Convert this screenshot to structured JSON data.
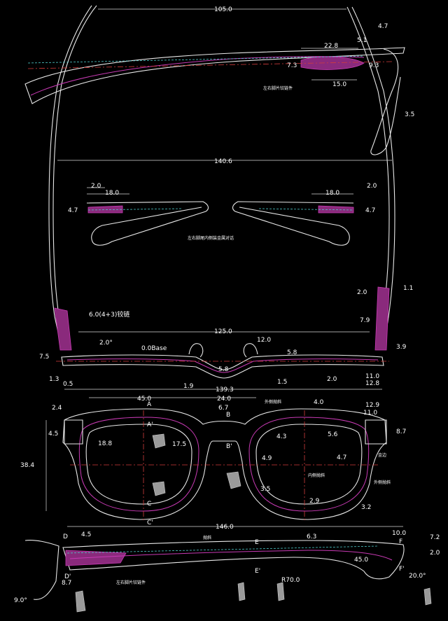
{
  "dimensions": {
    "top_width": "105.0",
    "temple_gap": "4.7",
    "hinge_len_a": "22.8",
    "hinge_a_small": "5.1",
    "hinge_left_h": "7.3",
    "hinge_right_h": "9.3",
    "hinge_len_b": "15.0",
    "temple_thick": "3.5",
    "full_width": "140.6",
    "core_left_small": "2.0",
    "core_left_len": "18.0",
    "core_left_h": "4.7",
    "core_right_len": "18.0",
    "core_right_small": "2.0",
    "core_right_h": "4.7",
    "side_2_0": "2.0",
    "side_1_1": "1.1",
    "side_7_9": "7.9",
    "side_3_9": "3.9",
    "hinge_screw": "6.0(4+3)铰链",
    "front_span": "125.0",
    "front_angle": "2.0°",
    "base_curve": "0.0Base",
    "bridge_h": "12.0",
    "front_58": "5.8",
    "front_75": "7.5",
    "front_13": "1.3",
    "front_05": "0.5",
    "front_bridge_58": "5.8",
    "front_19": "1.9",
    "front_15": "1.5",
    "front_20": "2.0",
    "front_110": "11.0",
    "front_128": "12.8",
    "front_total": "139.3",
    "lens_width": "45.0",
    "bridge_width": "24.0",
    "bridge_67": "6.7",
    "end_24": "2.4",
    "end_45": "4.5",
    "lens_188": "18.8",
    "lens_175": "17.5",
    "lens_height": "38.4",
    "rim_40": "4.0",
    "rim_43": "4.3",
    "rim_56": "5.6",
    "rim_49": "4.9",
    "rim_47": "4.7",
    "rim_35": "3.5",
    "rim_29": "2.9",
    "rim_32": "3.2",
    "end_129": "12.9",
    "end_110": "11.0",
    "end_87": "8.7",
    "temple_length": "146.0",
    "temple_45a": "4.5",
    "temple_100": "10.0",
    "temple_63": "6.3",
    "temple_72": "7.2",
    "temple_20": "2.0",
    "temple_450": "45.0",
    "temple_bend_angle": "20.0°",
    "temple_radius": "R70.0",
    "temple_87": "8.7",
    "temple_90": "9.0°"
  },
  "section_labels": {
    "A": "A",
    "A2": "A'",
    "B": "B",
    "B2": "B'",
    "C": "C",
    "C2": "C'",
    "D": "D",
    "D2": "D'",
    "E": "E",
    "E2": "E'",
    "F": "F",
    "F2": "F'"
  },
  "notes": {
    "hinge_top": "左右脚片铰链件",
    "core_center": "左右脚尾内侧装金属对话",
    "rim_outer_top": "外侧抛斜",
    "rim_inner_bottom": "外侧抛斜",
    "rim_inner_center": "内侧抛斜",
    "rim_metal": "金边",
    "temple_top": "抛斜",
    "hinge_bottom": "左右脚片铰链件"
  },
  "colors": {
    "background": "#000000",
    "outline": "#e8e8e8",
    "magenta": "#c83ab4",
    "cyan": "#4ec8c8",
    "centerline": "#d23c3c"
  }
}
